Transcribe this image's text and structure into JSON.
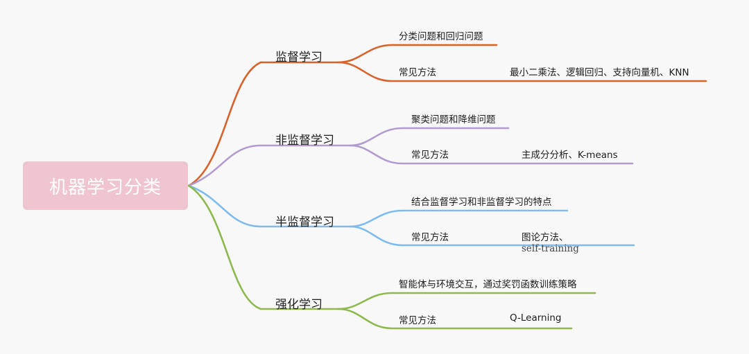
{
  "root": {
    "label": "机器学习分类",
    "color": "#efc5cf"
  },
  "branches": [
    {
      "label": "监督学习",
      "color": "#d9622b",
      "description": "分类问题和回归问题",
      "methods_label": "常见方法",
      "methods": "最小二乘法、逻辑回归、支持向量机、KNN"
    },
    {
      "label": "非监督学习",
      "color": "#b39bcf",
      "description": "聚类问题和降维问题",
      "methods_label": "常见方法",
      "methods": "主成分分析、K-means"
    },
    {
      "label": "半监督学习",
      "color": "#7fbcec",
      "description": "结合监督学习和非监督学习的特点",
      "methods_label": "常见方法",
      "methods": "图论方法、",
      "methods_cont": "self-training"
    },
    {
      "label": "强化学习",
      "color": "#8dba4c",
      "description": "智能体与环境交互，通过奖罚函数训练策略",
      "methods_label": "常见方法",
      "methods": "Q-Learning"
    }
  ]
}
